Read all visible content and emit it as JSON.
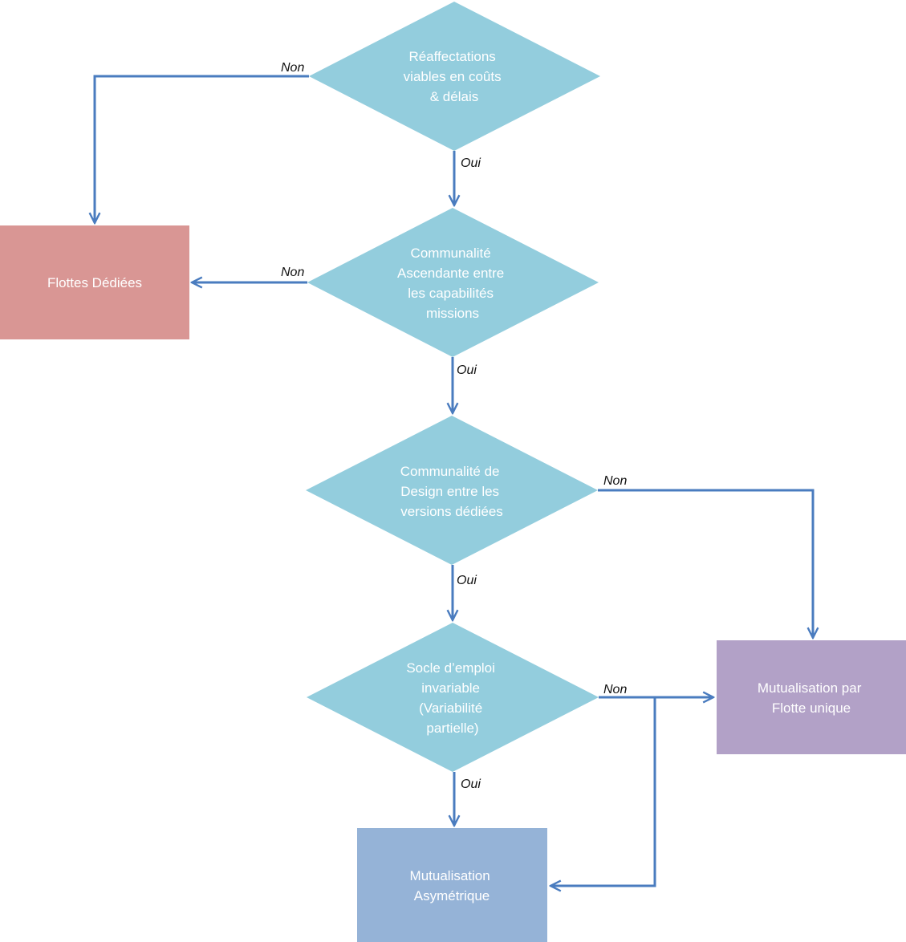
{
  "colors": {
    "decision": "#93cddd",
    "dedicated": "#d99694",
    "single_fleet": "#b2a1c7",
    "asymmetric": "#95b3d7",
    "arrow": "#4a7cbf",
    "label_text": "#111111",
    "node_text": "#ffffff"
  },
  "decisions": [
    {
      "id": "d1",
      "lines": [
        "Réaffectations",
        "viables en coûts",
        "& délais"
      ]
    },
    {
      "id": "d2",
      "lines": [
        "Communalité",
        "Ascendante entre",
        "les capabilités",
        "missions"
      ]
    },
    {
      "id": "d3",
      "lines": [
        "Communalité de",
        "Design entre les",
        "versions dédiées"
      ]
    },
    {
      "id": "d4",
      "lines": [
        "Socle d’emploi",
        "invariable",
        "(Variabilité",
        "partielle)"
      ]
    }
  ],
  "outcomes": [
    {
      "id": "flottes-dediees",
      "lines": [
        "Flottes Dédiées"
      ]
    },
    {
      "id": "mutualisation-flotte-unique",
      "lines": [
        "Mutualisation par",
        "Flotte unique"
      ]
    },
    {
      "id": "mutualisation-asymetrique",
      "lines": [
        "Mutualisation",
        "Asymétrique"
      ]
    }
  ],
  "edge_labels": {
    "yes": "Oui",
    "no": "Non"
  }
}
